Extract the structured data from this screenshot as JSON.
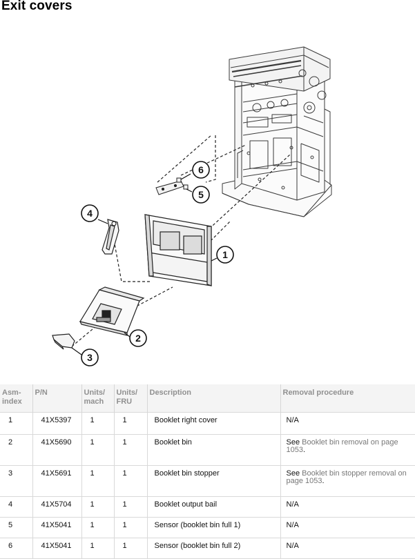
{
  "page": {
    "title": "Exit covers"
  },
  "callouts": [
    "1",
    "2",
    "3",
    "4",
    "5",
    "6"
  ],
  "table": {
    "headers": {
      "asm": [
        "Asm-",
        "index"
      ],
      "pn": "P/N",
      "units_mach": [
        "Units/",
        "mach"
      ],
      "units_fru": [
        "Units/",
        "FRU"
      ],
      "description": "Description",
      "removal": "Removal procedure"
    },
    "rows": [
      {
        "index": "1",
        "pn": "41X5397",
        "mach": "1",
        "fru": "1",
        "description": "Booklet right cover",
        "removal": {
          "text": "N/A"
        }
      },
      {
        "index": "2",
        "pn": "41X5690",
        "mach": "1",
        "fru": "1",
        "description": "Booklet bin",
        "removal": {
          "prefix": "See ",
          "link": "Booklet bin removal on page 1053",
          "suffix": "."
        }
      },
      {
        "index": "3",
        "pn": "41X5691",
        "mach": "1",
        "fru": "1",
        "description": "Booklet bin stopper",
        "removal": {
          "prefix": "See ",
          "link": "Booklet bin stopper removal on page 1053",
          "suffix": "."
        }
      },
      {
        "index": "4",
        "pn": "41X5704",
        "mach": "1",
        "fru": "1",
        "description": "Booklet output bail",
        "removal": {
          "text": "N/A"
        }
      },
      {
        "index": "5",
        "pn": "41X5041",
        "mach": "1",
        "fru": "1",
        "description": "Sensor (booklet bin full 1)",
        "removal": {
          "text": "N/A"
        }
      },
      {
        "index": "6",
        "pn": "41X5041",
        "mach": "1",
        "fru": "1",
        "description": "Sensor (booklet bin full 2)",
        "removal": {
          "text": "N/A"
        }
      }
    ]
  }
}
